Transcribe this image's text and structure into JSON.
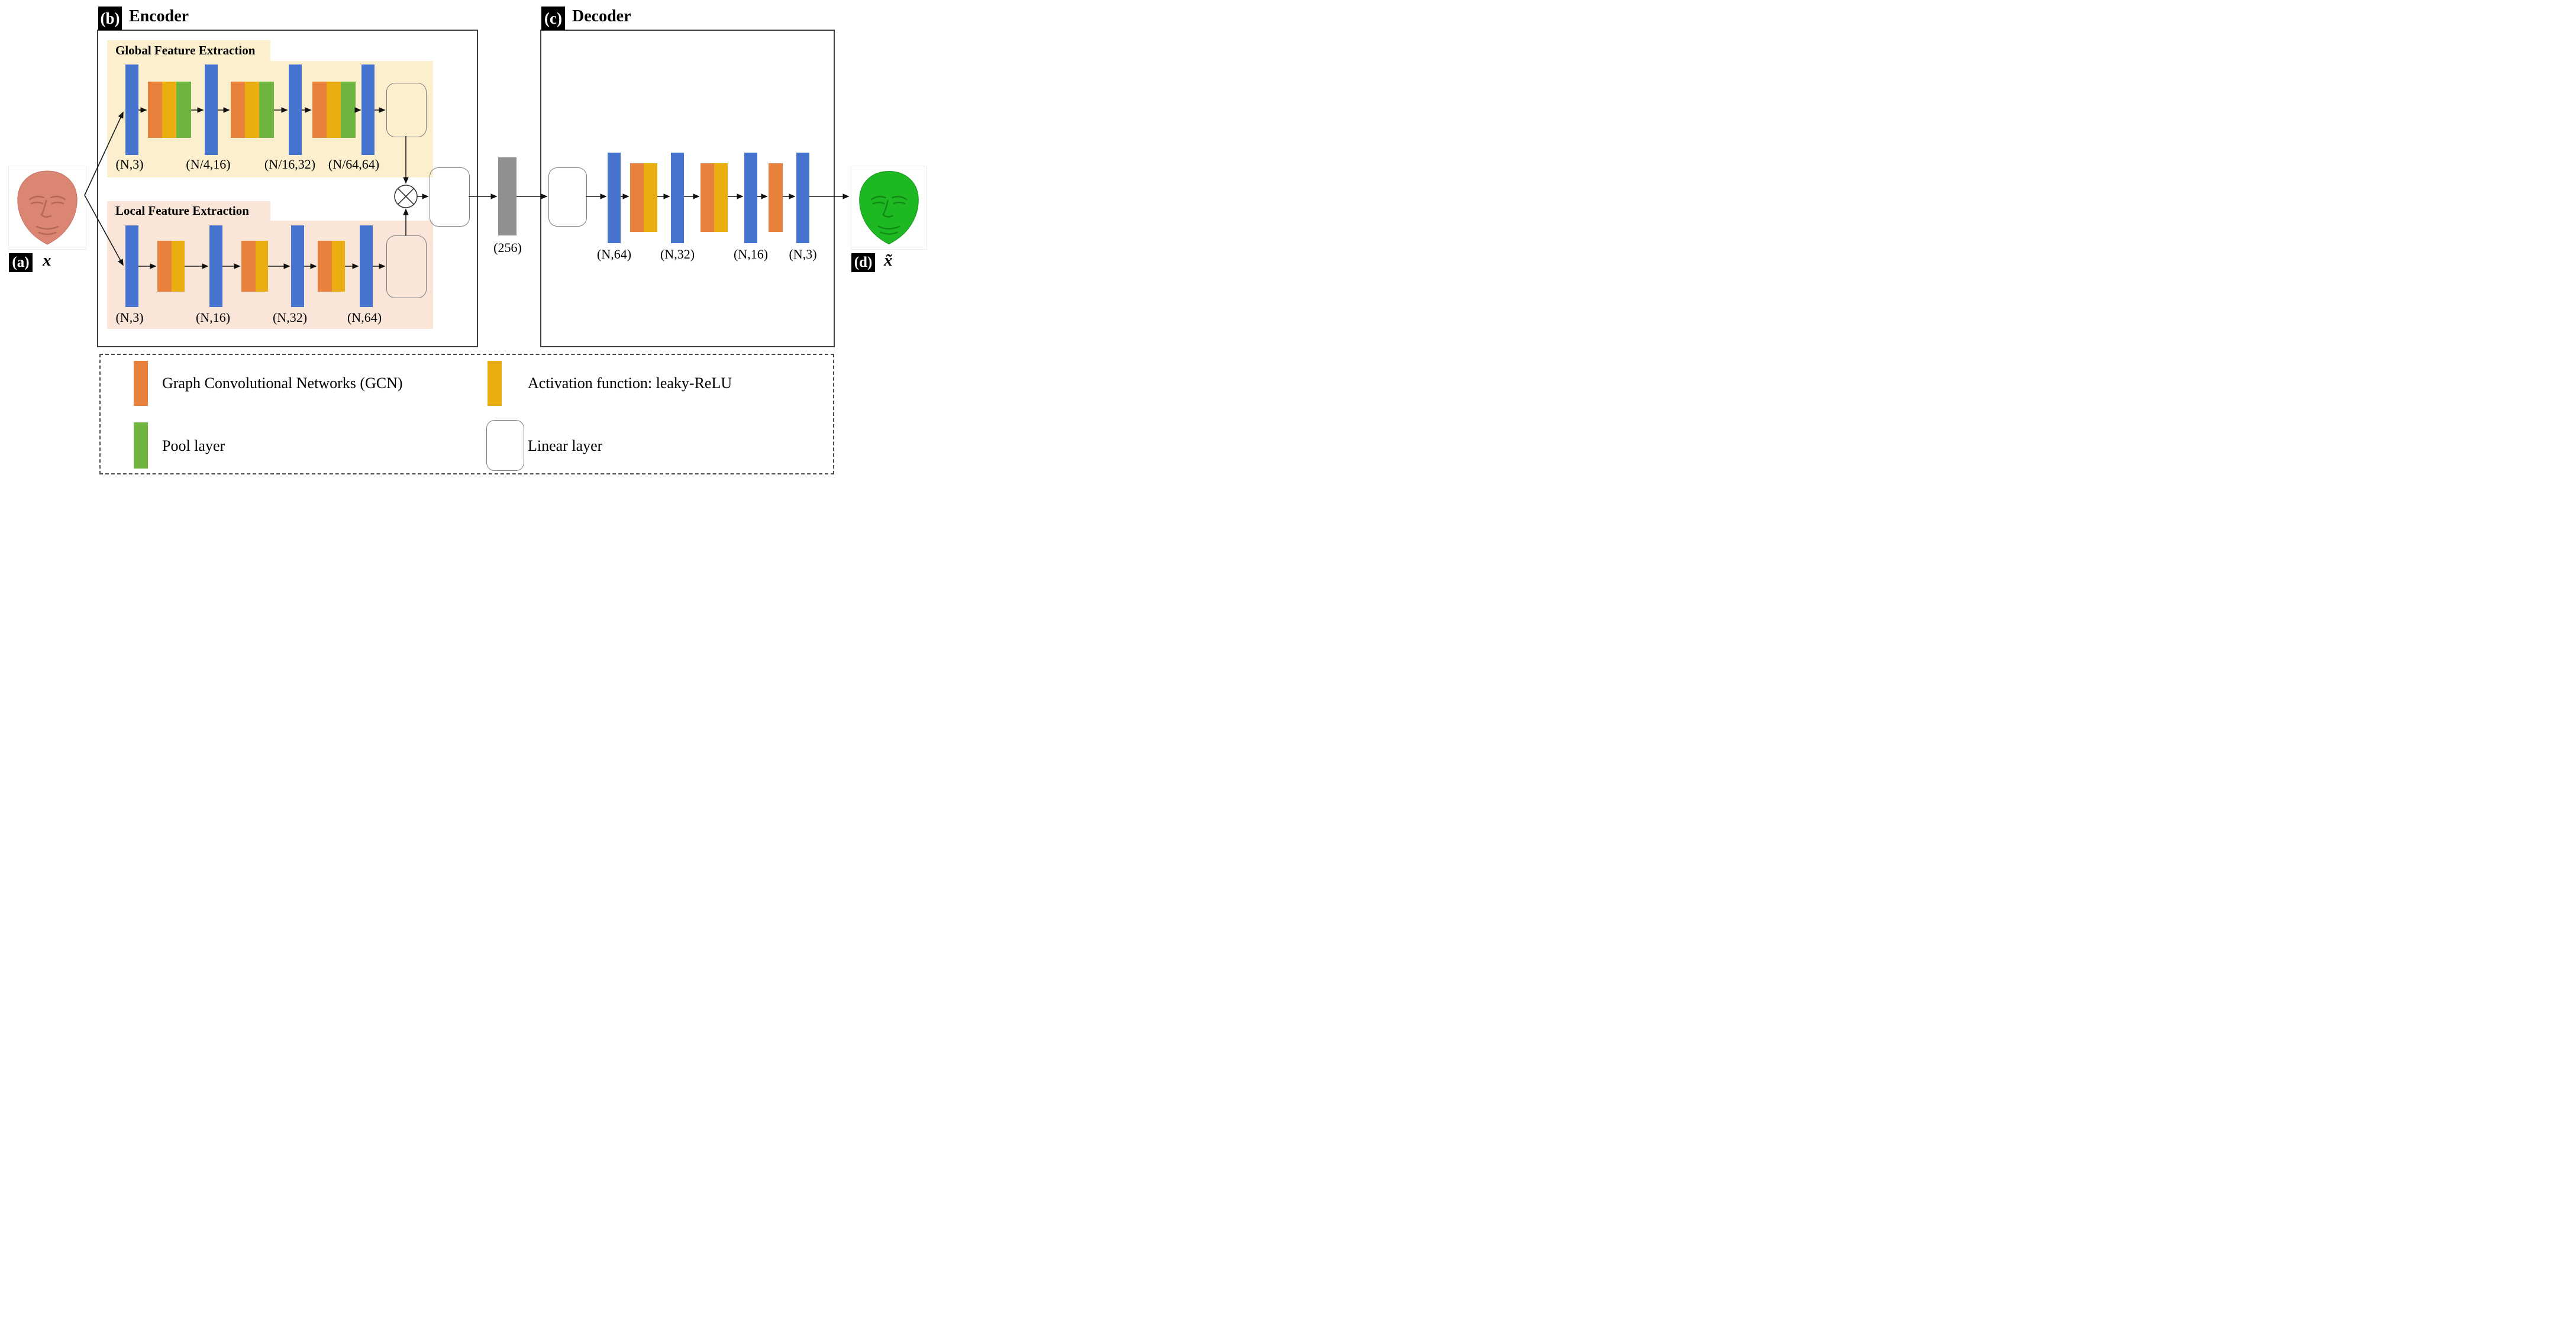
{
  "figure": {
    "panel_labels": {
      "a": "(a)",
      "b": "(b)",
      "c": "(c)",
      "d": "(d)"
    },
    "encoder_title": "Encoder",
    "decoder_title": "Decoder",
    "input_symbol": "x",
    "output_symbol": "x̃",
    "latent_dim_label": "(256)"
  },
  "encoder": {
    "global_branch": {
      "title": "Global Feature Extraction",
      "layer_dims": [
        "(N,3)",
        "(N/4,16)",
        "(N/16,32)",
        "(N/64,64)"
      ]
    },
    "local_branch": {
      "title": "Local Feature Extraction",
      "layer_dims": [
        "(N,3)",
        "(N,16)",
        "(N,32)",
        "(N,64)"
      ]
    }
  },
  "decoder": {
    "layer_dims": [
      "(N,64)",
      "(N,32)",
      "(N,16)",
      "(N,3)"
    ]
  },
  "legend": {
    "gcn": "Graph Convolutional Networks (GCN)",
    "activation": "Activation function: leaky-ReLU",
    "pool": "Pool layer",
    "linear": "Linear layer"
  },
  "colors": {
    "feature_blue": "#4573CE",
    "gcn_orange": "#E8813B",
    "activation_gold": "#EBAE10",
    "pool_green": "#6EB43F",
    "latent_gray": "#8F8F8F",
    "global_branch_bg": "#FCEFCD",
    "local_branch_bg": "#FAE6D9",
    "input_face": "#DB8573",
    "output_face": "#1DB822"
  }
}
